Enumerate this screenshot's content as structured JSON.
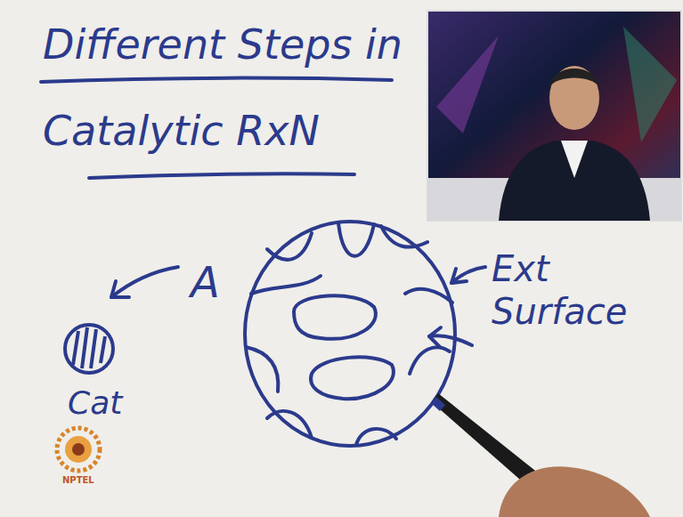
{
  "diagram": {
    "title": "Different Steps in Catalytic RxN",
    "labels": [
      "A",
      "Cat",
      "Ext Surface",
      "NPTEL"
    ]
  }
}
